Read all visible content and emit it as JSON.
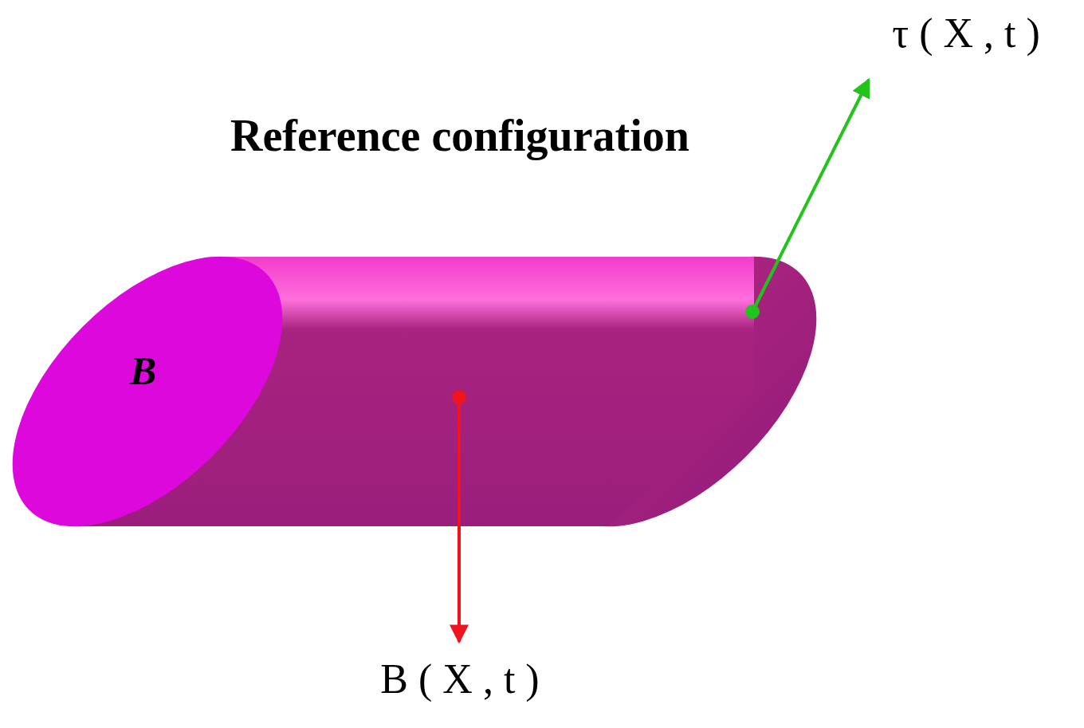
{
  "diagram": {
    "title": "Reference configuration",
    "nodes": [
      {
        "text": [
          "B"
        ]
      }
    ],
    "labels": [
      "τ ( X , t )",
      "B ( X , t )"
    ]
  }
}
